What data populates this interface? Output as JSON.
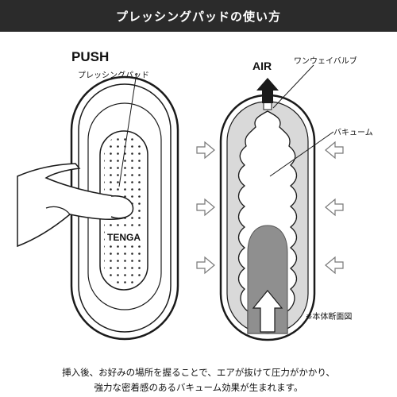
{
  "header": {
    "title": "プレッシングパッドの使い方"
  },
  "labels": {
    "push": "PUSH",
    "pressing_pad": "プレッシングパッド",
    "air": "AIR",
    "one_way_valve": "ワンウェイバルブ",
    "vacuum": "バキューム",
    "cross_section_note": "※本体断面図",
    "brand": "TENGA"
  },
  "caption": {
    "line1": "挿入後、お好みの場所を握ることで、エアが抜けて圧力がかかり、",
    "line2": "強力な密着感のあるバキューム効果が生まれます。"
  },
  "icons": [
    "up-arrow-icon",
    "press-arrow-icon",
    "hand-illustration",
    "device-illustration",
    "cross-section-illustration"
  ],
  "colors": {
    "header_bg": "#2b2b2b",
    "dark": "#1a1a1a",
    "light_gray": "#d9d9d9",
    "mid_gray": "#8f8f8f"
  }
}
